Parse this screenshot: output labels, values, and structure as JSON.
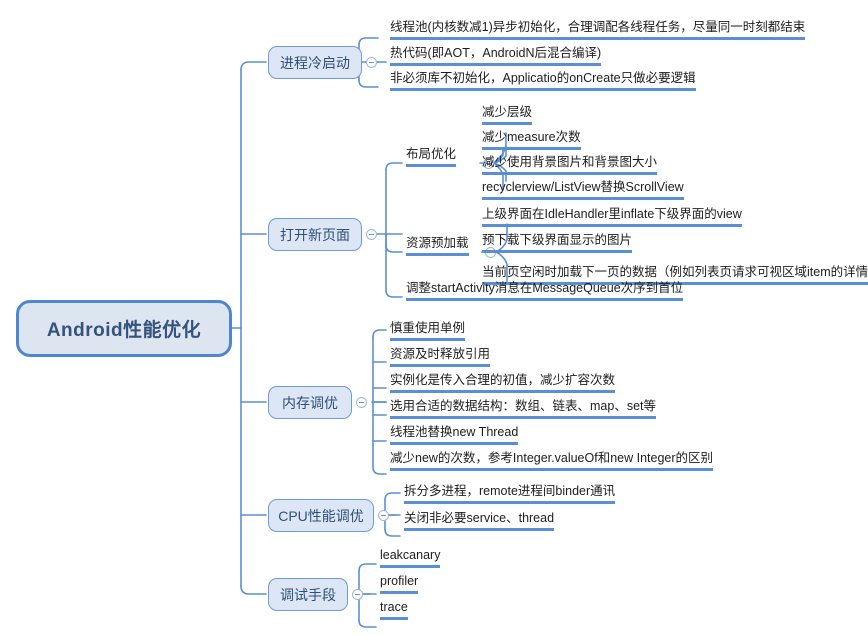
{
  "document": {
    "type": "mindmap",
    "title": "Android性能优化",
    "background": "#ffffff",
    "accent": "#5b8fd4",
    "node_fill": "#dce6f4",
    "node_border": "#6f9bd8",
    "root_fill": "#dde5f0",
    "root_border": "#4f87ce",
    "root_text_color": "#33527d"
  },
  "root": {
    "label": "Android性能优化"
  },
  "branches": [
    {
      "label": "进程冷启动",
      "toggle": "collapse-toggle",
      "children": [
        {
          "label": "线程池(内核数减1)异步初始化，合理调配各线程任务，尽量同一时刻都结束"
        },
        {
          "label": "热代码(即AOT，AndroidN后混合编译)"
        },
        {
          "label": "非必须库不初始化，Applicatio的onCreate只做必要逻辑"
        }
      ]
    },
    {
      "label": "打开新页面",
      "toggle": "collapse-toggle",
      "children": [
        {
          "label": "布局优化",
          "toggle": "collapse-toggle",
          "children": [
            {
              "label": "减少层级"
            },
            {
              "label": "减少measure次数"
            },
            {
              "label": "减少使用背景图片和背景图大小"
            },
            {
              "label": "recyclerview/ListView替换ScrollView"
            }
          ]
        },
        {
          "label": "资源预加载",
          "toggle": "collapse-toggle",
          "children": [
            {
              "label": "上级界面在IdleHandler里inflate下级界面的view"
            },
            {
              "label": "预下载下级界面显示的图片"
            },
            {
              "label": "当前页空闲时加载下一页的数据（例如列表页请求可视区域item的详情接口）"
            }
          ]
        },
        {
          "label": "调整startActivity消息在MessageQueue次序到首位"
        }
      ]
    },
    {
      "label": "内存调优",
      "toggle": "collapse-toggle",
      "children": [
        {
          "label": "慎重使用单例"
        },
        {
          "label": "资源及时释放引用"
        },
        {
          "label": "实例化是传入合理的初值，减少扩容次数"
        },
        {
          "label": "选用合适的数据结构：数组、链表、map、set等"
        },
        {
          "label": "线程池替换new Thread"
        },
        {
          "label": "减少new的次数，参考Integer.valueOf和new Integer的区别"
        }
      ]
    },
    {
      "label": "CPU性能调优",
      "toggle": "collapse-toggle",
      "children": [
        {
          "label": "拆分多进程，remote进程间binder通讯"
        },
        {
          "label": "关闭非必要service、thread"
        }
      ]
    },
    {
      "label": "调试手段",
      "toggle": "collapse-toggle",
      "children": [
        {
          "label": "leakcanary"
        },
        {
          "label": "profiler"
        },
        {
          "label": "trace"
        }
      ]
    }
  ]
}
